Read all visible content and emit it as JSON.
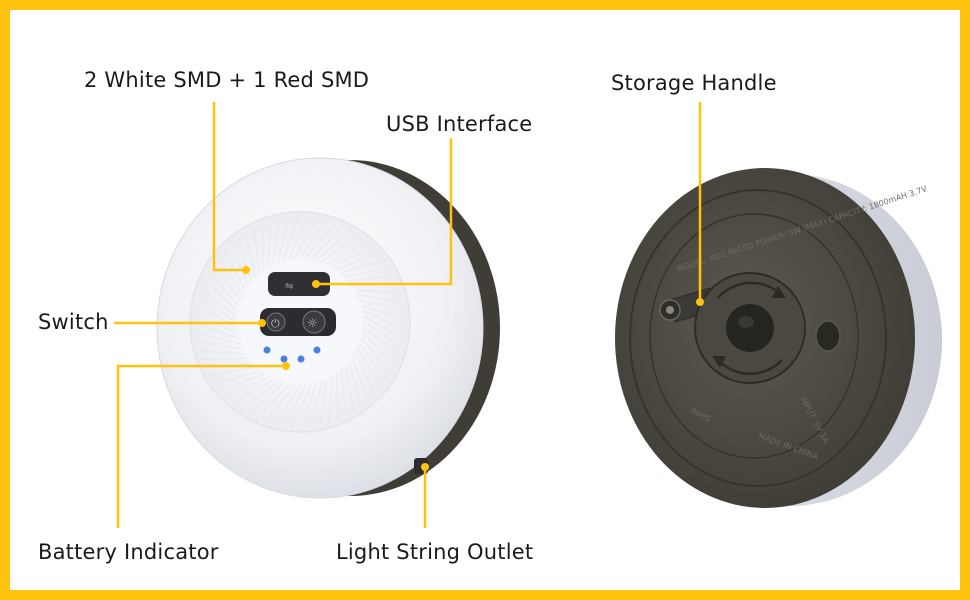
{
  "labels": {
    "white_red_smd": "2 White SMD + 1 Red SMD",
    "usb_interface": "USB Interface",
    "switch": "Switch",
    "battery_indicator": "Battery Indicator",
    "light_string_outlet": "Light String Outlet",
    "storage_handle": "Storage Handle"
  },
  "back_text": {
    "model_line": "MODEL: M01   RATED POWER: 5W (MAX)   CAPACITY: 1800mAH 3.7V",
    "input": "INPUT: 5V 1A",
    "made_in": "MADE IN CHINA",
    "rohs": "RoHS"
  },
  "colors": {
    "border": "#ffc20e",
    "callout": "#ffc20e",
    "lamp_white": "#f4f5f8",
    "lamp_shell": "#4a4840",
    "indicator_blue": "#4a7fe0",
    "text": "#1a1a1a"
  }
}
